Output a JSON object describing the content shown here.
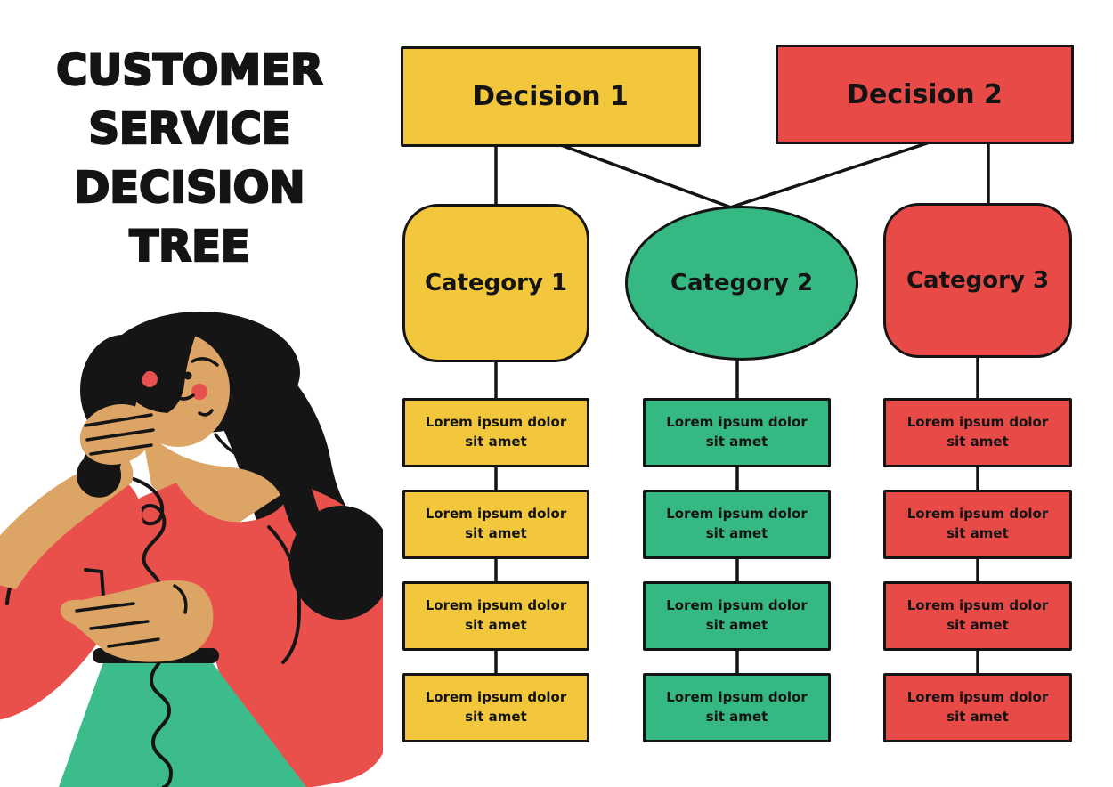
{
  "title": {
    "full": "Customer Service Decision Tree",
    "lines": [
      "Customer",
      "Service",
      "Decision",
      "Tree"
    ]
  },
  "colors": {
    "yellow": "#F3C73B",
    "red": "#E84B47",
    "green": "#35B882",
    "outline": "#141414",
    "skin": "#DCA566",
    "skirt_green": "#3CBB8B",
    "shirt_red": "#E9504C",
    "cheek_red": "#E8504E"
  },
  "tree": {
    "decisions": [
      {
        "label": "Decision 1",
        "color": "#F3C73B"
      },
      {
        "label": "Decision 2",
        "color": "#E84B47"
      }
    ],
    "categories": [
      {
        "label": "Category 1",
        "shape": "rounded-rect",
        "color": "#F3C73B"
      },
      {
        "label": "Category 2",
        "shape": "ellipse",
        "color": "#35B882"
      },
      {
        "label": "Category 3",
        "shape": "rounded-rect",
        "color": "#E84B47"
      }
    ],
    "columns": [
      {
        "category": "Category 1",
        "color": "#F3C73B",
        "items": [
          "Lorem ipsum dolor sit amet",
          "Lorem ipsum dolor sit amet",
          "Lorem ipsum dolor sit amet",
          "Lorem ipsum dolor sit amet"
        ]
      },
      {
        "category": "Category 2",
        "color": "#35B882",
        "items": [
          "Lorem ipsum dolor sit amet",
          "Lorem ipsum dolor sit amet",
          "Lorem ipsum dolor sit amet",
          "Lorem ipsum dolor sit amet"
        ]
      },
      {
        "category": "Category 3",
        "color": "#E84B47",
        "items": [
          "Lorem ipsum dolor sit amet",
          "Lorem ipsum dolor sit amet",
          "Lorem ipsum dolor sit amet",
          "Lorem ipsum dolor sit amet"
        ]
      }
    ]
  },
  "illustration": {
    "subject": "woman-talking-on-telephone"
  }
}
